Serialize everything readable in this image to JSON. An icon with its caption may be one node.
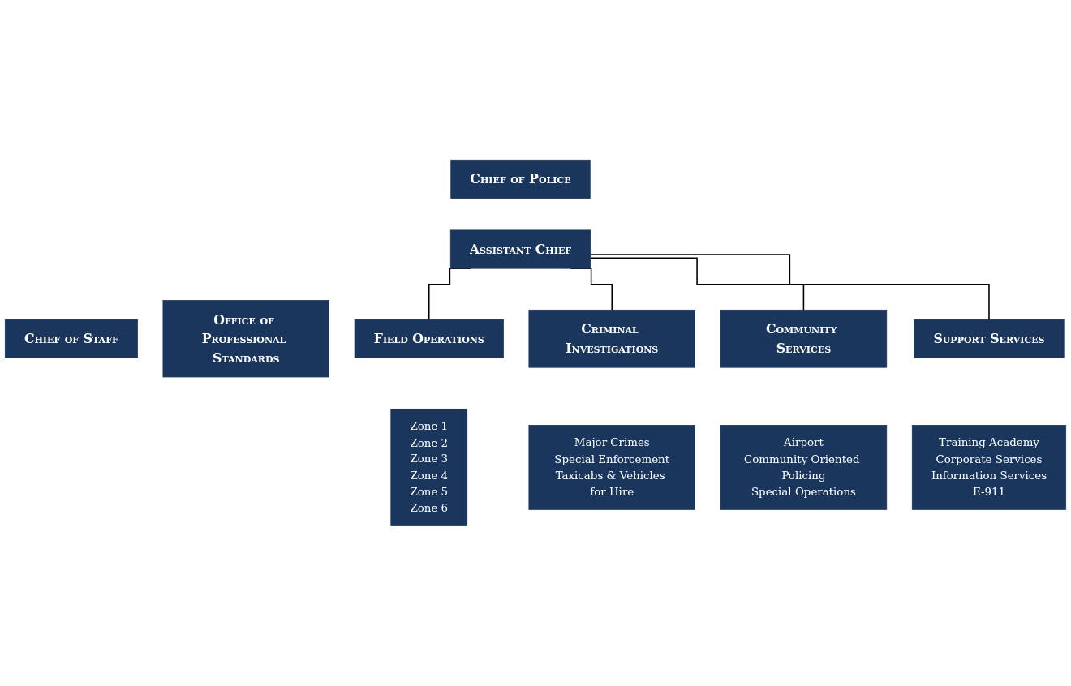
{
  "diagram": {
    "nodes": [
      {
        "text": [
          "Chief of Police"
        ]
      },
      {
        "text": [
          "Assistant Chief"
        ]
      },
      {
        "text": [
          "Chief of Staff"
        ]
      },
      {
        "text": [
          "Office of Professional Standards"
        ]
      },
      {
        "text": [
          "Field Operations"
        ]
      },
      {
        "text": [
          "Criminal Investigations"
        ]
      },
      {
        "text": [
          "Community Services"
        ]
      },
      {
        "text": [
          "Support Services"
        ]
      },
      {
        "text": [
          "Zone 1",
          "Zone 2",
          "Zone 3",
          "Zone 4",
          "Zone 5",
          "Zone 6"
        ]
      },
      {
        "text": [
          "Major Crimes",
          "Special Enforcement",
          "Taxicabs & Vehicles for Hire"
        ]
      },
      {
        "text": [
          "Airport",
          "Community Oriented Policing",
          "Special Operations"
        ]
      },
      {
        "text": [
          "Training Academy",
          "Corporate Services",
          "Information Services",
          "E-911"
        ]
      }
    ],
    "edges": [
      {
        "from": 1,
        "to": 4,
        "arrow": "none"
      },
      {
        "from": 1,
        "to": 5,
        "arrow": "none"
      },
      {
        "from": 1,
        "to": 6,
        "arrow": "none"
      },
      {
        "from": 1,
        "to": 7,
        "arrow": "none"
      }
    ]
  }
}
